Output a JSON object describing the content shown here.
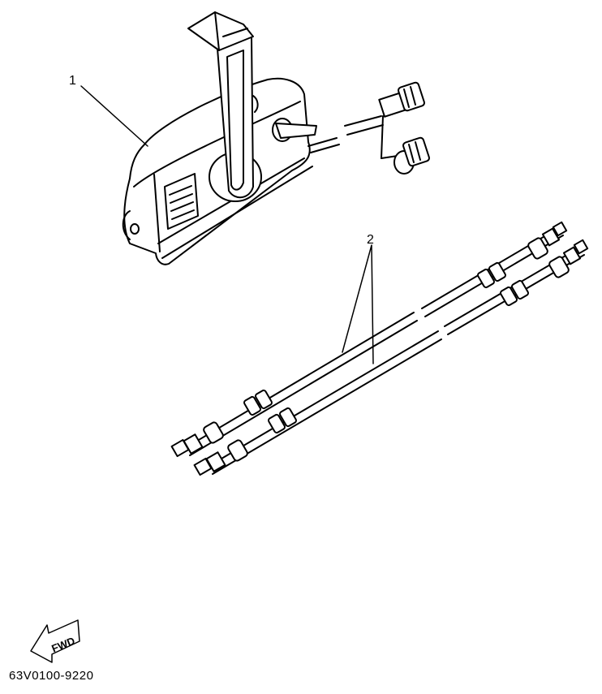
{
  "callouts": [
    {
      "number": "1"
    },
    {
      "number": "2"
    }
  ],
  "direction_badge": {
    "text": "FWD"
  },
  "drawing_code": "63V0100-9220"
}
